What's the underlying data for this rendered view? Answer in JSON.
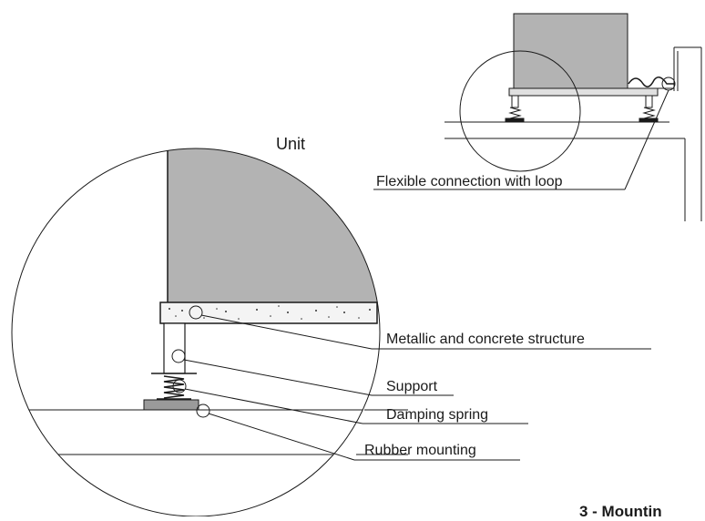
{
  "labels": {
    "unit": "Unit",
    "flexible_connection": "Flexible connection with loop",
    "structure": "Metallic and concrete structure",
    "support": "Support",
    "damping_spring": "Damping spring",
    "rubber_mounting": "Rubber mounting"
  },
  "caption": "3 - Mountin",
  "colors": {
    "unit_fill": "#b3b3b3",
    "ink": "#1a1a1a",
    "rubber_fill": "#9a9a9a",
    "background": "#ffffff"
  }
}
